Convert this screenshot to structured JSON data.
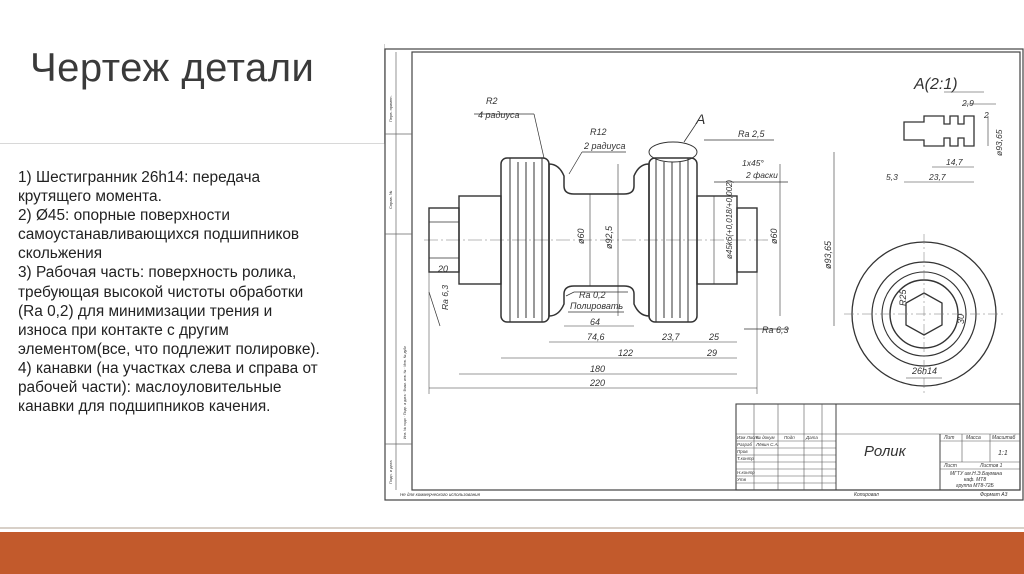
{
  "slide": {
    "title": "Чертеж детали",
    "lines": [
      "1) Шестигранник 26h14: передача",
      "крутящего момента.",
      "2) Ø45: опорные поверхности",
      "самоустанавливающихся подшипников",
      "скольжения",
      "3) Рабочая часть: поверхность ролика,",
      "требующая высокой чистоты обработки",
      "(Ra 0,2) для минимизации трения и",
      "износа при контакте с другим",
      "элементом(все, что подлежит полировке).",
      "4) канавки (на участках слева и справа от",
      "рабочей части): маслоуловительные",
      "канавки для подшипников качения."
    ],
    "accent_color": "#c25a2c"
  },
  "drawing": {
    "part_name": "Ролик",
    "detail_label": "A(2:1)",
    "view_marker": "A",
    "labels": {
      "r2": "R2",
      "r2_note": "4 радиуса",
      "r12": "R12",
      "r12_note": "2 радиуса",
      "ra25": "Ra 2,5",
      "chamfer": "1x45°",
      "chamfer_note": "2 фаски",
      "d45": "ø45k6(+0,018/+0,002)",
      "d60a": "ø60",
      "d925": "ø92,5",
      "d60b": "ø60",
      "d9365": "ø93,65",
      "d9365b": "ø93,65",
      "ra63_left": "Ra 6,3",
      "ra02": "Ra 0,2",
      "polish": "Полировать",
      "ra63_right": "Ra 6,3",
      "dim20": "20",
      "dim64": "64",
      "dim746": "74,6",
      "dim237": "23,7",
      "dim25": "25",
      "dim122": "122",
      "dim29": "29",
      "dim180": "180",
      "dim220": "220",
      "det29": "2,9",
      "det2": "2",
      "det147": "14,7",
      "det237": "23,7",
      "det53": "5,3",
      "hex": "26h14",
      "r25": "R25",
      "dim30": "30"
    },
    "title_block": {
      "lit": "Лит",
      "mass": "Масса",
      "scale_h": "Масштаб",
      "scale": "1:1",
      "sheet": "Лист",
      "sheets": "Листов 1",
      "org1": "МГТУ им.Н.Э.Баумана",
      "org2": "каф. МТ8",
      "org3": "группа МТ8-72Б",
      "izm": "Изм Лист",
      "ndoc": "№ докум",
      "podp": "Подп",
      "data": "Дата",
      "razrab": "Разраб",
      "razrab_name": "Лёвин С.А.",
      "prov": "Пров",
      "tkontr": "Т.контр",
      "nkontr": "Н.контр",
      "utv": "Утв",
      "copied": "Копировал",
      "format": "Формат А3",
      "bottom_note": "Не для коммерческого использования"
    }
  }
}
